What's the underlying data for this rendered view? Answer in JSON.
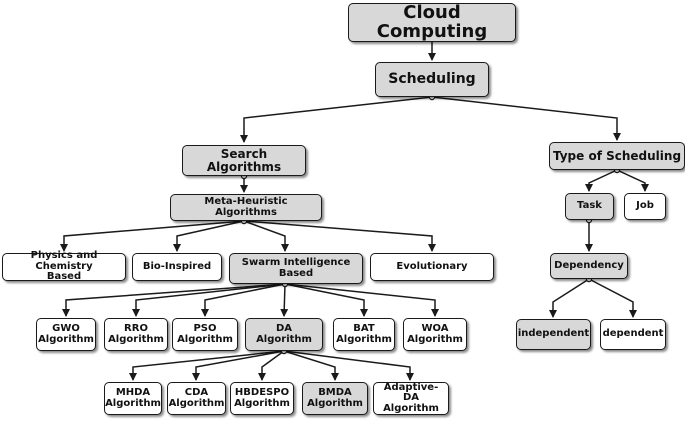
{
  "title": "Cloud Computing",
  "nodes": {
    "cloud": "Cloud Computing",
    "scheduling": "Scheduling",
    "search": "Search Algorithms",
    "type": "Type of Scheduling",
    "meta": "Meta-Heuristic Algorithms",
    "task": "Task",
    "job": "Job",
    "physics": "Physics and Chemistry\nBased",
    "bio": "Bio-Inspired",
    "swarm": "Swarm Intelligence\nBased",
    "evo": "Evolutionary",
    "dependency": "Dependency",
    "gwo": "GWO\nAlgorithm",
    "rro": "RRO\nAlgorithm",
    "pso": "PSO\nAlgorithm",
    "da": "DA\nAlgorithm",
    "bat": "BAT\nAlgorithm",
    "woa": "WOA\nAlgorithm",
    "independent": "independent",
    "dependent": "dependent",
    "mhda": "MHDA\nAlgorithm",
    "cda": "CDA\nAlgorithm",
    "hbdespo": "HBDESPO\nAlgorithm",
    "bmda": "BMDA\nAlgorithm",
    "adaptive": "Adaptive-DA\nAlgorithm"
  },
  "colors": {
    "highlight": "#d8d8d8",
    "plain": "#ffffff",
    "stroke": "#1a1a1a"
  }
}
